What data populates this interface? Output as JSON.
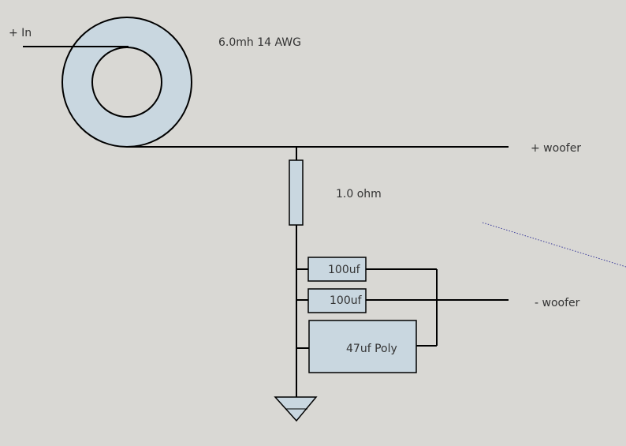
{
  "diagram": {
    "title": "",
    "labels": {
      "input": "+ In",
      "inductor": "6.0mh 14 AWG",
      "woofer_positive": "+ woofer",
      "resistor": "1.0 ohm",
      "cap_1": "100uf",
      "cap_2": "100uf",
      "cap_3": "47uf Poly",
      "woofer_negative": "- woofer"
    },
    "colors": {
      "background": "#d9d8d4",
      "component_fill": "#c9d7e0",
      "wire": "#000000",
      "dotted_line": "#3a3a9a"
    },
    "icons": {
      "inductor": "toroid-coil-icon",
      "ground": "ground-triangle-icon"
    }
  }
}
